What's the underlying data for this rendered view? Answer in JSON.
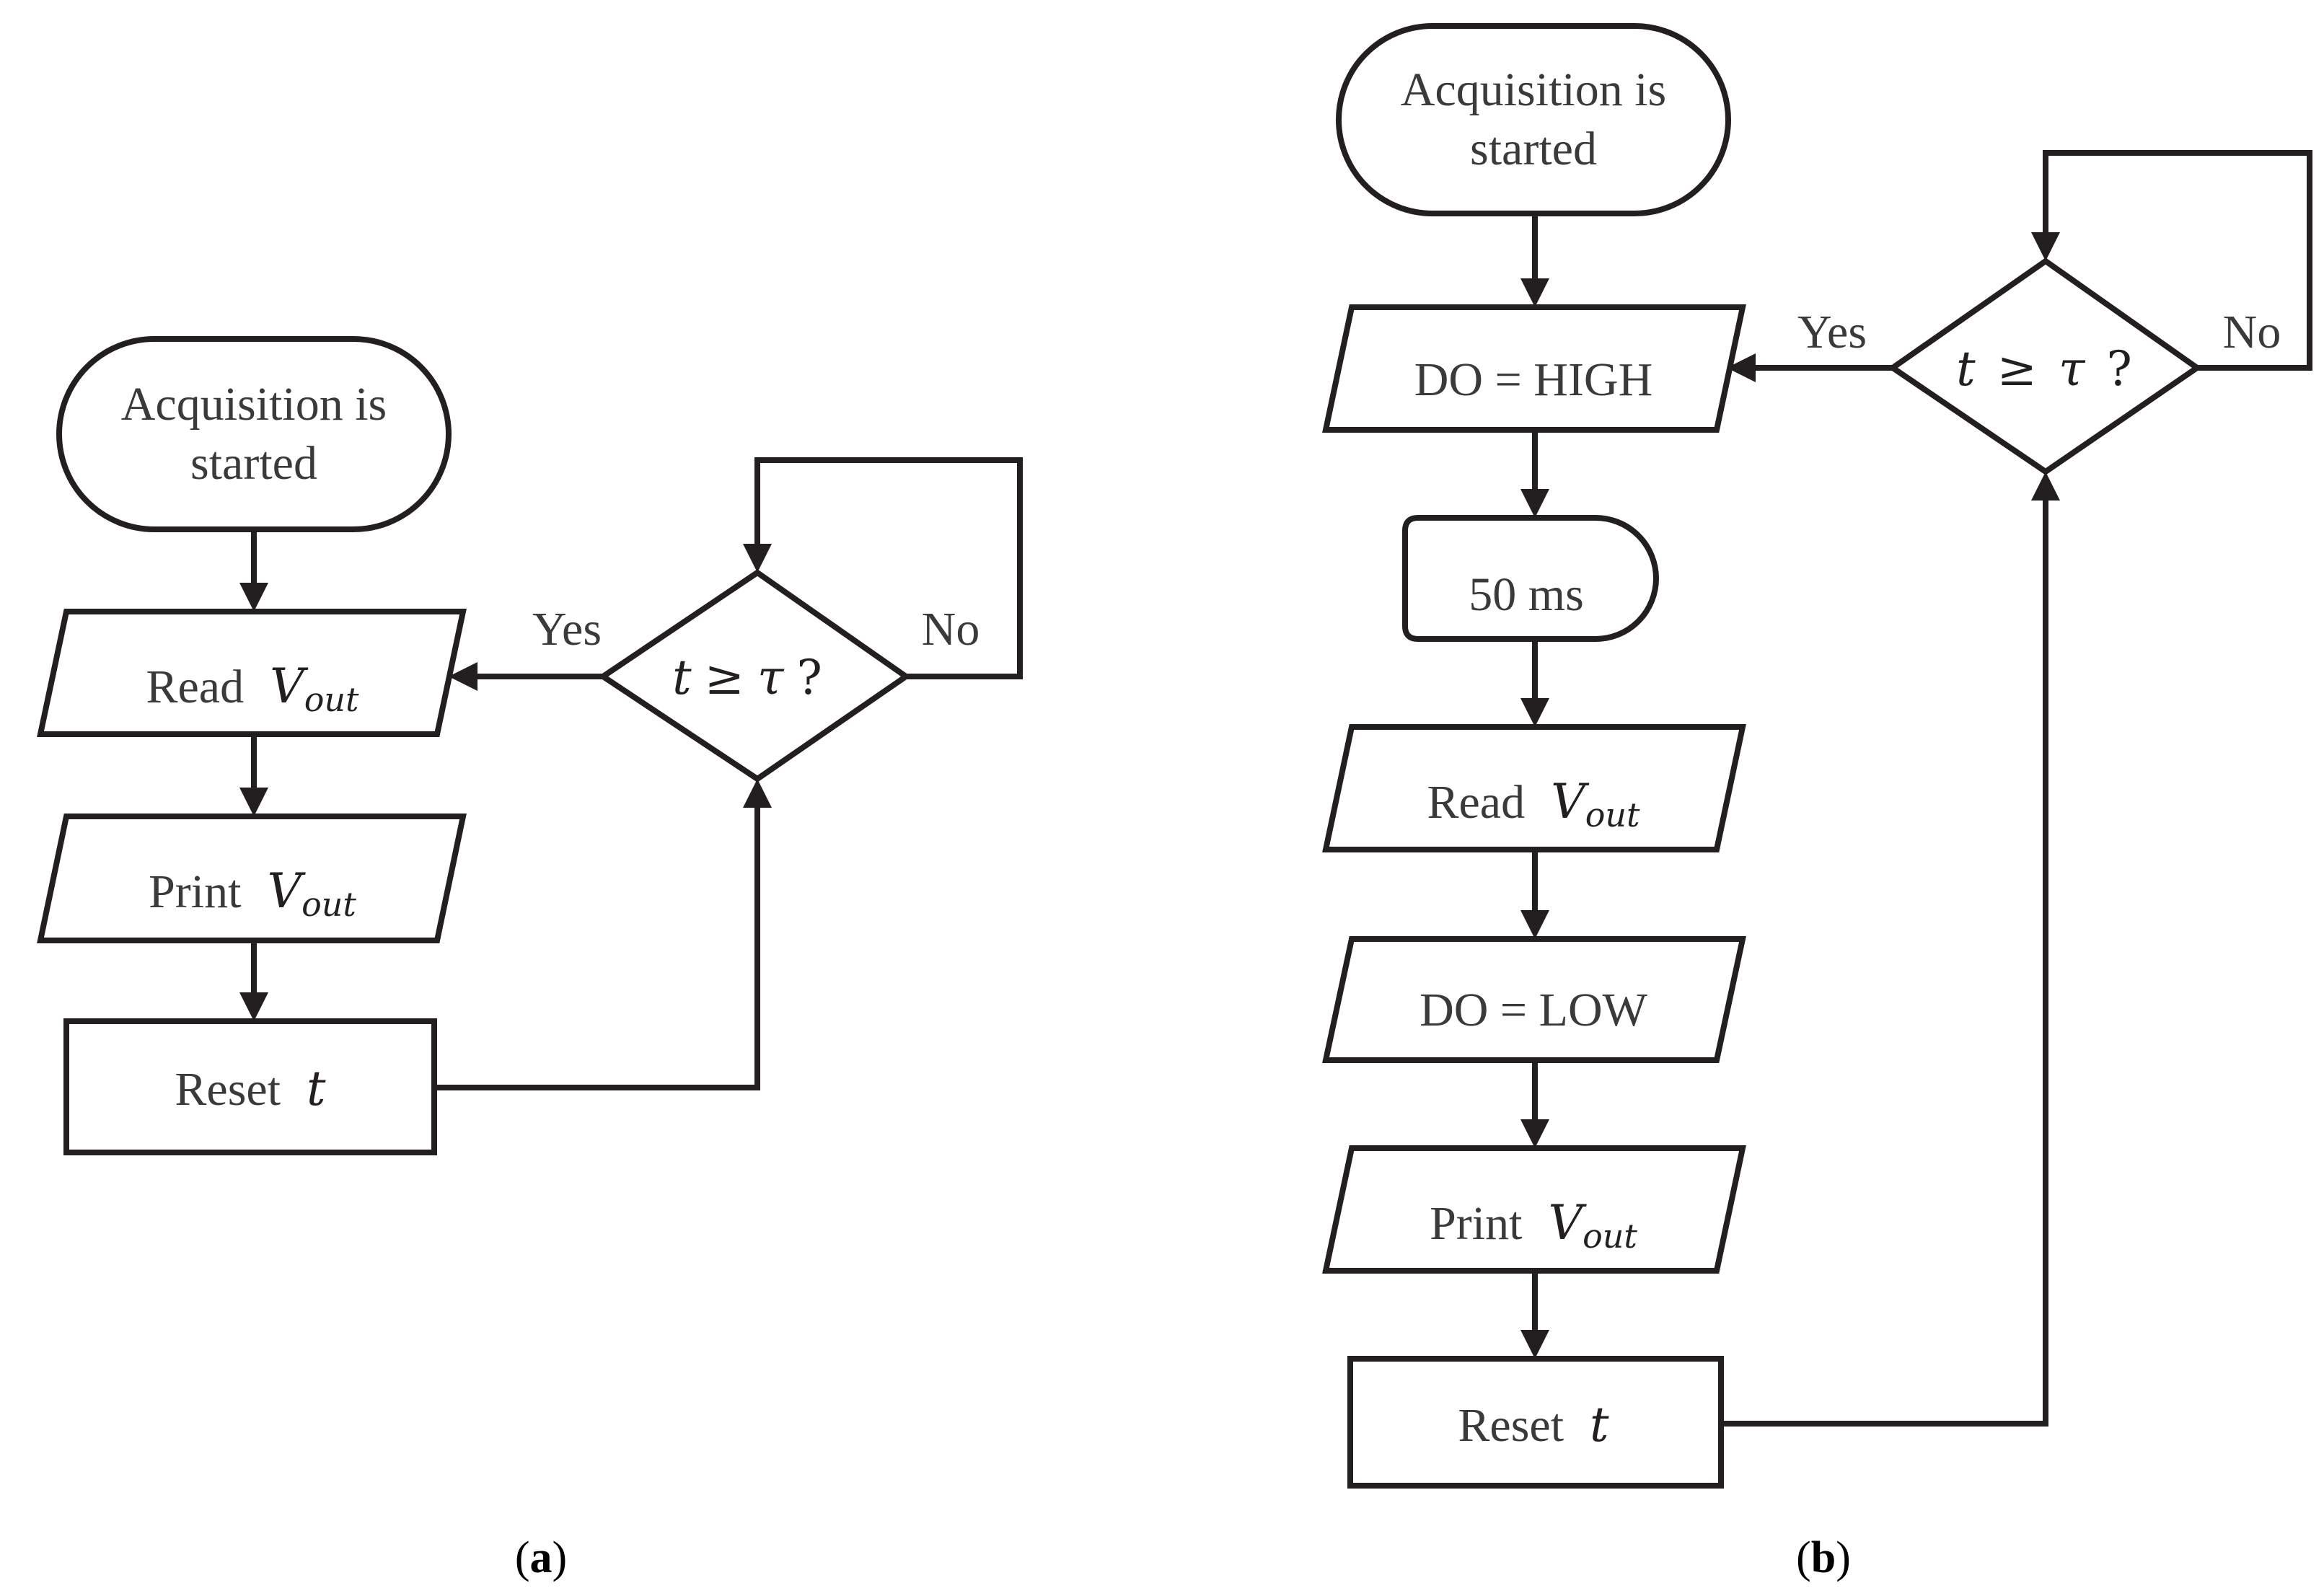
{
  "diagram_a": {
    "start": {
      "line1": "Acquisition is",
      "line2": "started"
    },
    "read": {
      "text": "Read",
      "var": "V",
      "sub": "out"
    },
    "print": {
      "text": "Print",
      "var": "V",
      "sub": "out"
    },
    "reset": {
      "text": "Reset",
      "var": "t"
    },
    "decision": {
      "lhs": "t",
      "op": "≥",
      "rhs": "τ",
      "q": "?"
    },
    "yes_label": "Yes",
    "no_label": "No",
    "caption": {
      "open": "(",
      "letter": "a",
      "close": ")"
    }
  },
  "diagram_b": {
    "start": {
      "line1": "Acquisition is",
      "line2": "started"
    },
    "do_high": "DO = HIGH",
    "delay": "50 ms",
    "read": {
      "text": "Read",
      "var": "V",
      "sub": "out"
    },
    "do_low": "DO = LOW",
    "print": {
      "text": "Print",
      "var": "V",
      "sub": "out"
    },
    "reset": {
      "text": "Reset",
      "var": "t"
    },
    "decision": {
      "lhs": "t",
      "op": "≥",
      "rhs": "τ",
      "q": "?"
    },
    "yes_label": "Yes",
    "no_label": "No",
    "caption": {
      "open": "(",
      "letter": "b",
      "close": ")"
    }
  }
}
